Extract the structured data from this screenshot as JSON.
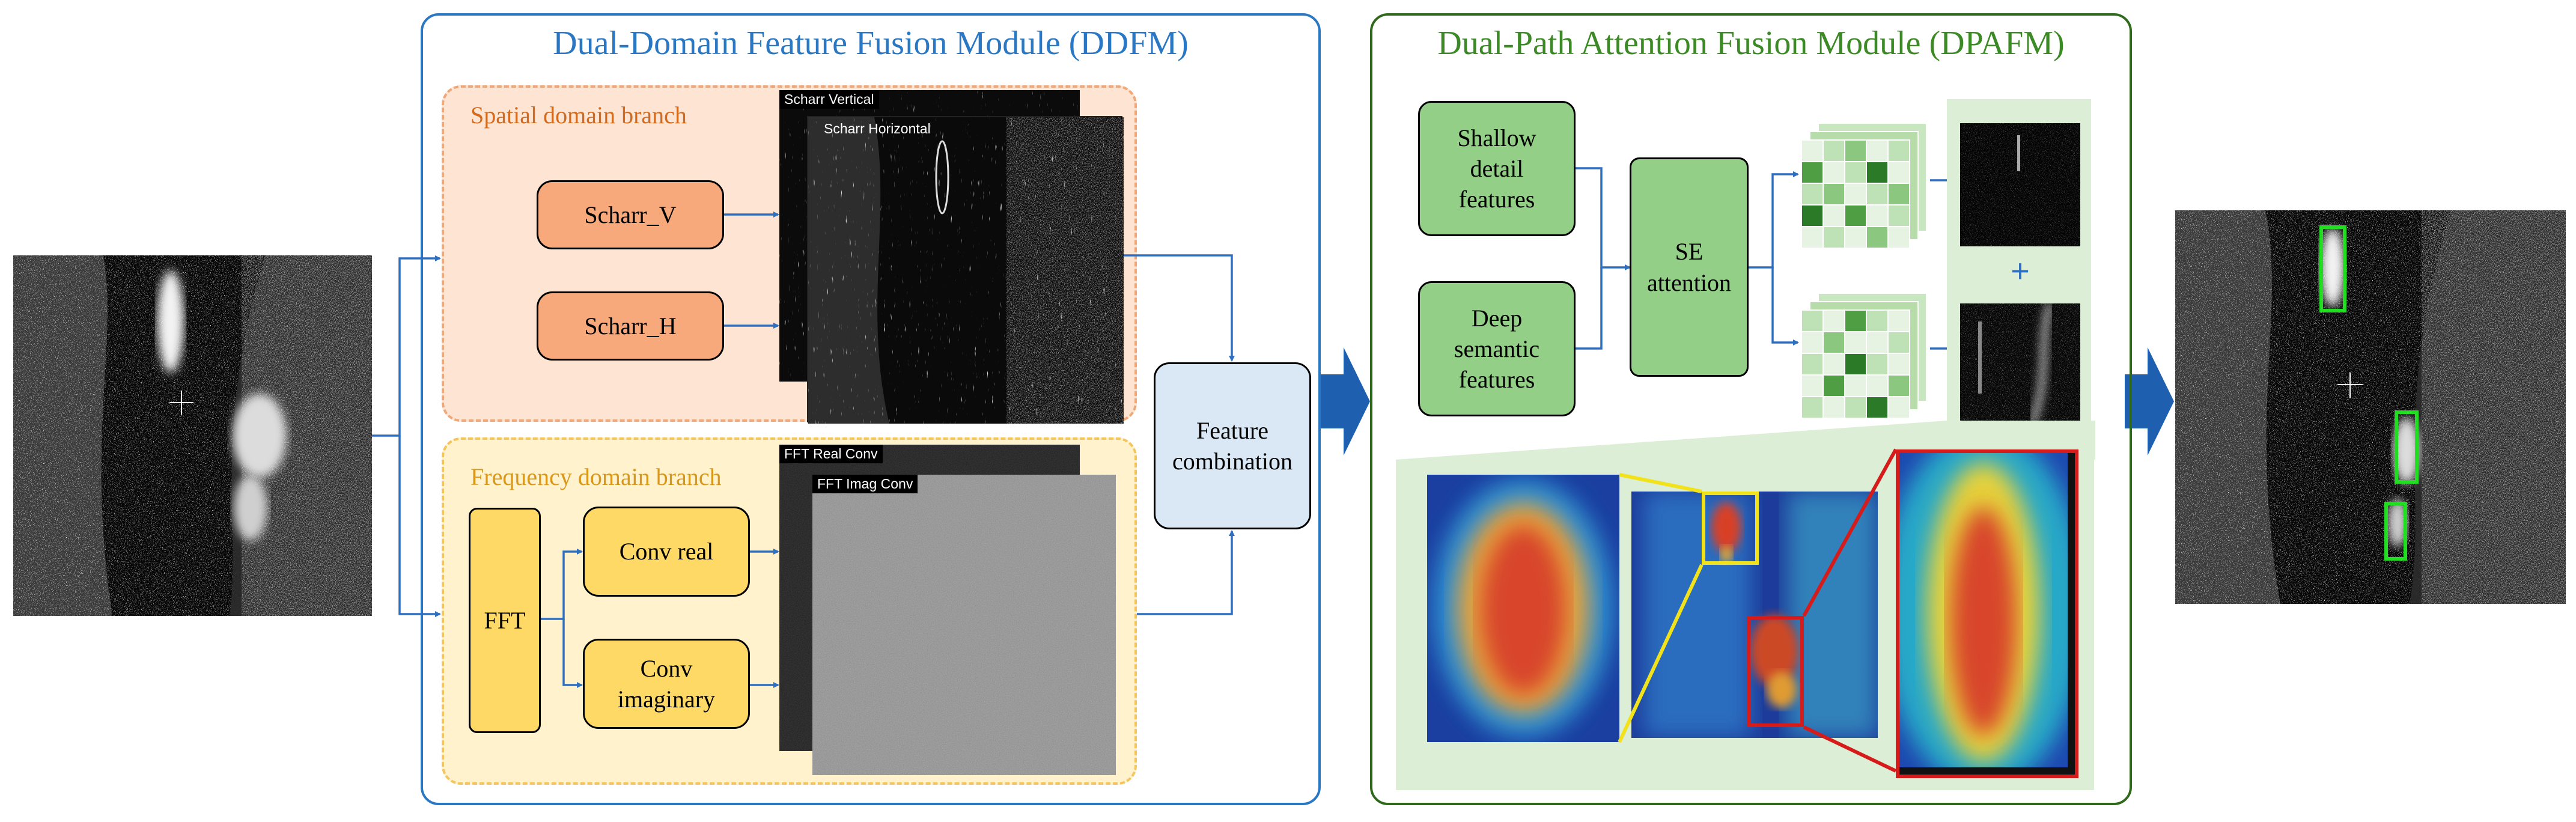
{
  "ddfm": {
    "title": "Dual-Domain Feature Fusion Module (DDFM)",
    "spatial": {
      "title": "Spatial domain branch",
      "scharr_v": "Scharr_V",
      "scharr_h": "Scharr_H",
      "map_vertical": "Scharr Vertical",
      "map_horizontal": "Scharr Horizontal"
    },
    "frequency": {
      "title": "Frequency domain branch",
      "fft": "FFT",
      "conv_real": "Conv real",
      "conv_imag": "Conv imaginary",
      "map_real": "FFT Real Conv",
      "map_imag": "FFT Imag Conv"
    },
    "combination": "Feature combination"
  },
  "dpafm": {
    "title": "Dual-Path Attention Fusion Module (DPAFM)",
    "shallow": "Shallow detail features",
    "deep": "Deep semantic features",
    "se": "SE attention",
    "plus": "+"
  },
  "colors": {
    "ddfm_border": "#2a77c4",
    "ddfm_title": "#2a77c4",
    "dpafm_border": "#2f6a1c",
    "dpafm_title": "#3c8a26",
    "spatial_fill": "#fde4d3",
    "spatial_border": "#f0a878",
    "spatial_title": "#d46a1e",
    "scharr_box": "#f7a97b",
    "frequency_fill": "#fff2cc",
    "frequency_border": "#f4c55c",
    "frequency_title": "#d9981a",
    "fft_box": "#ffd966",
    "combination_box": "#dae8f5",
    "green_box": "#93cf86",
    "green_panel": "#ddeed6",
    "arrow": "#2f6fbf",
    "big_arrow": "#1f5fb0",
    "detection_box": "#22dd22"
  }
}
